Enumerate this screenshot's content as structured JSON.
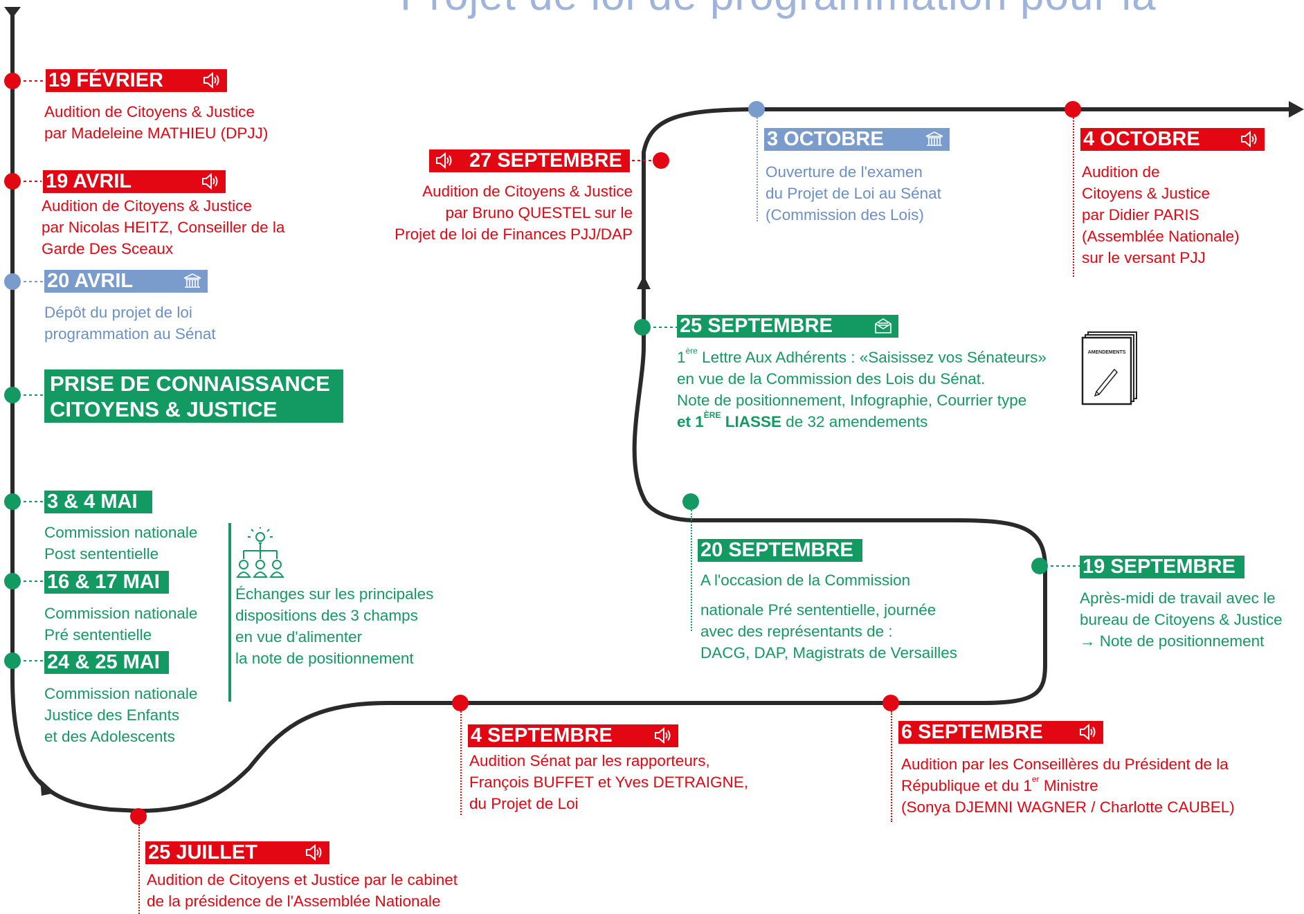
{
  "title": "Projet de loi de programmation pour la",
  "colors": {
    "red": "#e30613",
    "blue": "#7a9ccd",
    "green": "#139a62",
    "track": "#2a2a2a"
  },
  "events": {
    "fev19": {
      "date": "19 FÉVRIER",
      "icon": "speaker-icon",
      "lines": [
        "Audition de Citoyens & Justice",
        "par Madeleine MATHIEU (DPJJ)"
      ]
    },
    "avr19": {
      "date": "19 AVRIL",
      "icon": "speaker-icon",
      "lines": [
        "Audition de Citoyens & Justice",
        "par Nicolas HEITZ, Conseiller de la",
        "Garde Des Sceaux"
      ]
    },
    "avr20": {
      "date": "20 AVRIL",
      "icon": "institution-icon",
      "lines": [
        "Dépôt du projet de loi",
        "programmation au Sénat"
      ]
    },
    "prise": {
      "line1": "PRISE DE CONNAISSANCE",
      "line2": "CITOYENS & JUSTICE"
    },
    "mai34": {
      "date": "3 & 4 MAI",
      "lines": [
        "Commission nationale",
        "Post sententielle"
      ]
    },
    "mai1617": {
      "date": "16 & 17 MAI",
      "lines": [
        "Commission nationale",
        "Pré sententielle"
      ]
    },
    "mai2425": {
      "date": "24 & 25 MAI",
      "lines": [
        "Commission nationale",
        "Justice des Enfants",
        "et des Adolescents"
      ]
    },
    "echanges": {
      "icon": "team-idea-icon",
      "lines": [
        "Échanges sur les principales",
        "dispositions des 3 champs",
        "en vue d'alimenter",
        "la note de positionnement"
      ]
    },
    "juil25": {
      "date": "25 JUILLET",
      "icon": "speaker-icon",
      "lines": [
        "Audition de Citoyens et Justice par le cabinet",
        "de la présidence de l'Assemblée Nationale"
      ]
    },
    "sept4": {
      "date": "4 SEPTEMBRE",
      "icon": "speaker-icon",
      "lines": [
        "Audition Sénat par les rapporteurs,",
        "François BUFFET et Yves DETRAIGNE,",
        "du Projet de Loi"
      ]
    },
    "sept6": {
      "date": "6 SEPTEMBRE",
      "icon": "speaker-icon",
      "line1": "Audition par les Conseillères du Président de la",
      "line2_pre": "République et du 1",
      "line2_sup": "er",
      "line2_post": " Ministre",
      "line3": "(Sonya DJEMNI WAGNER / Charlotte CAUBEL)"
    },
    "sept19": {
      "date": "19 SEPTEMBRE",
      "lines": [
        "Après-midi de travail avec le",
        "bureau de Citoyens & Justice",
        "→ Note de positionnement"
      ]
    },
    "sept20": {
      "date": "20 SEPTEMBRE",
      "line1": "A l'occasion de la Commission",
      "lines": [
        "nationale Pré sententielle, journée",
        "avec des représentants de :",
        "DACG, DAP, Magistrats de Versailles"
      ]
    },
    "sept25": {
      "date": "25 SEPTEMBRE",
      "icon": "letter-icon",
      "l1_sup": "ère",
      "l1": " Lettre Aux Adhérents : «Saisissez vos Sénateurs»",
      "l1_pre": "1",
      "l2": "en vue de la Commission des Lois du Sénat.",
      "l3": "Note de positionnement, Infographie, Courrier type",
      "l4_bold_a": "et 1",
      "l4_sup": "ÈRE",
      "l4_bold_b": " LIASSE",
      "l4_rest": " de 32 amendements",
      "doc_label": "AMENDEMENTS"
    },
    "sept27": {
      "date": "27 SEPTEMBRE",
      "icon": "speaker-icon",
      "lines": [
        "Audition de Citoyens & Justice",
        "par Bruno QUESTEL sur le",
        "Projet de loi de Finances PJJ/DAP"
      ]
    },
    "oct3": {
      "date": "3 OCTOBRE",
      "icon": "institution-icon",
      "lines": [
        "Ouverture de l'examen",
        "du Projet de Loi au Sénat",
        "(Commission des Lois)"
      ]
    },
    "oct4": {
      "date": "4 OCTOBRE",
      "icon": "speaker-icon",
      "lines": [
        "Audition de",
        "Citoyens & Justice",
        "par Didier PARIS",
        "(Assemblée Nationale)",
        "sur le versant PJJ"
      ]
    }
  }
}
